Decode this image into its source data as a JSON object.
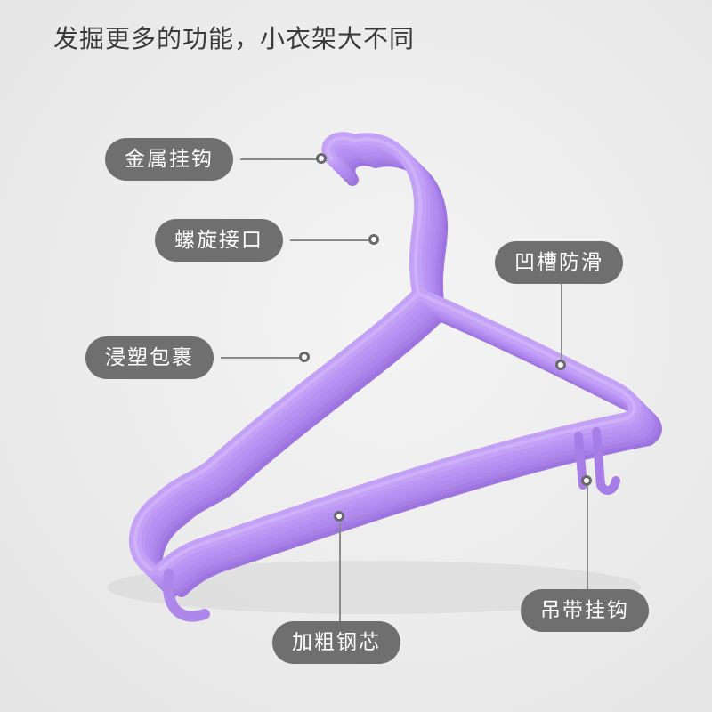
{
  "headline": "发掘更多的功能，小衣架大不同",
  "product": {
    "name": "hanger-stack-icon",
    "color": "#b28cf0"
  },
  "callouts": [
    {
      "id": "hook",
      "label": "金属挂钩"
    },
    {
      "id": "joint",
      "label": "螺旋接口"
    },
    {
      "id": "coating",
      "label": "浸塑包裹"
    },
    {
      "id": "groove",
      "label": "凹槽防滑"
    },
    {
      "id": "strap",
      "label": "吊带挂钩"
    },
    {
      "id": "core",
      "label": "加粗钢芯"
    }
  ]
}
